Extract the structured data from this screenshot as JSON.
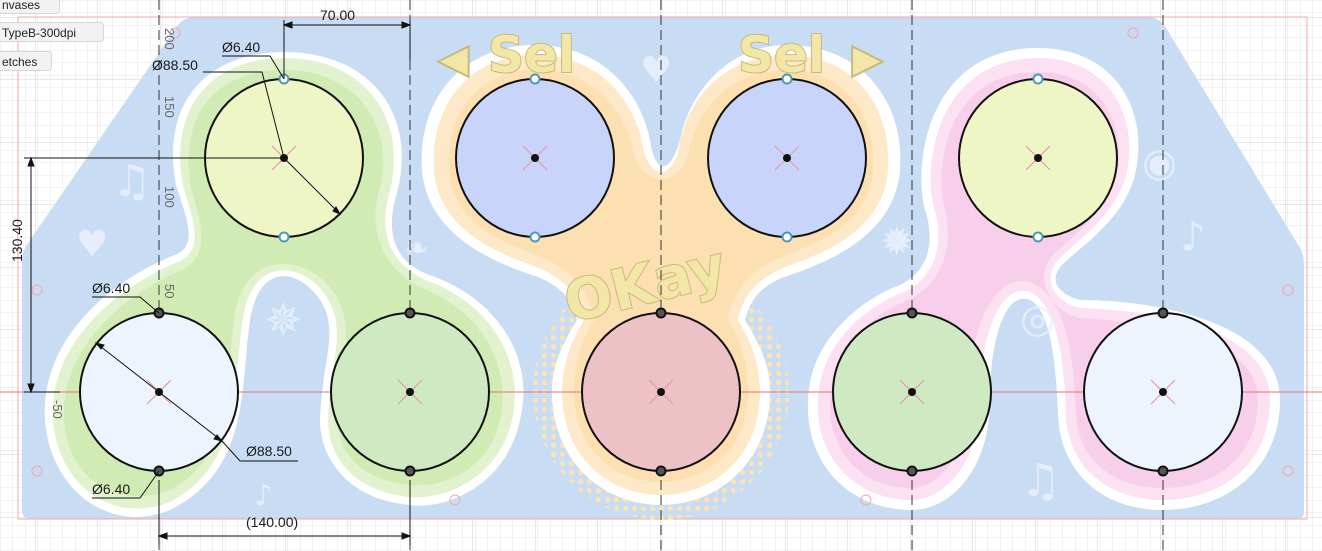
{
  "browser": {
    "items": [
      {
        "label": "nvases"
      },
      {
        "label": "TypeB-300dpi"
      },
      {
        "label": "etches"
      }
    ]
  },
  "panel": {
    "title_left": "Sel",
    "title_right": "Sel",
    "center_label": "OKay"
  },
  "dimensions": {
    "top_width": "70.00",
    "bottom_width": "(140.00)",
    "left_height": "130.40",
    "hole_dia_top": "Ø6.40",
    "circle_dia_top": "Ø88.50",
    "hole_dia_mid": "Ø6.40",
    "circle_dia_bottom": "Ø88.50",
    "hole_dia_bottom": "Ø6.40"
  },
  "ruler": {
    "labels": [
      "200",
      "150",
      "100",
      "50",
      "-50"
    ]
  },
  "colors": {
    "plate": "#c8dcf4",
    "green_glow": "#d3ecb7",
    "orange_glow": "#fde5bf",
    "pink_glow": "#f8d0ea",
    "circle_lime": "#eef6c6",
    "circle_blue": "#c9d4fb",
    "circle_red": "#ecc2c6",
    "circle_green": "#cfe9c3",
    "circle_white": "#eef4fd"
  },
  "icons": [
    "music-note-icon",
    "heart-icon",
    "star-icon",
    "guitar-icon",
    "sun-icon",
    "eye-icon",
    "cd-icon",
    "arrow-left-icon",
    "arrow-right-icon"
  ]
}
